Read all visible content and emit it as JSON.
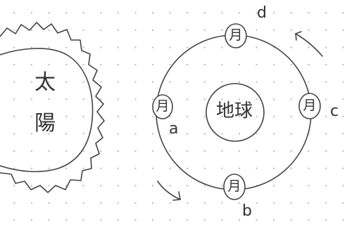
{
  "sun": {
    "line1": "太",
    "line2": "陽"
  },
  "earth": {
    "label": "地球"
  },
  "moons": {
    "top": {
      "char": "月",
      "letter": "d"
    },
    "right": {
      "char": "月",
      "letter": "c"
    },
    "bottom": {
      "char": "月",
      "letter": "b"
    },
    "left": {
      "char": "月",
      "letter": "a"
    }
  },
  "arrows": {
    "direction": "counterclockwise"
  }
}
